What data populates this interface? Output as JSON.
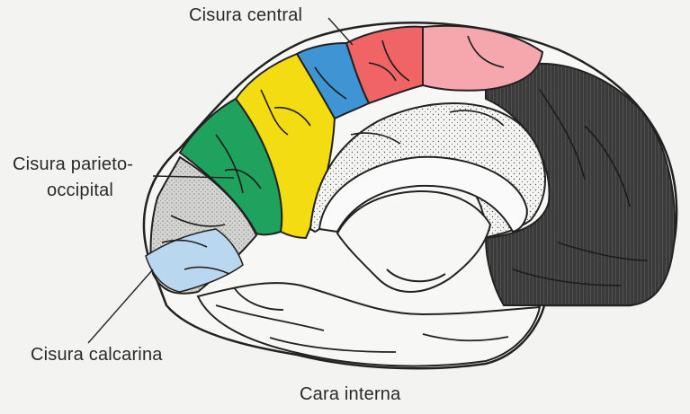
{
  "labels": {
    "central": "Cisura central",
    "parieto_line1": "Cisura parieto-",
    "parieto_line2": "occipital",
    "calcarina": "Cisura calcarina",
    "view": "Cara interna"
  },
  "region_colors": {
    "occipital_cuneus": "#b9d7ee",
    "precuneus": "#1fa25e",
    "parietal_yellow": "#f3dc12",
    "blue_strip": "#3f95d3",
    "red_motor": "#f06466",
    "pink_premotor": "#f6a6ad",
    "prefrontal_dark": "#4a4a4a",
    "cingulate_dotted": "#f4f4f2",
    "background": "#f3f3f1"
  }
}
